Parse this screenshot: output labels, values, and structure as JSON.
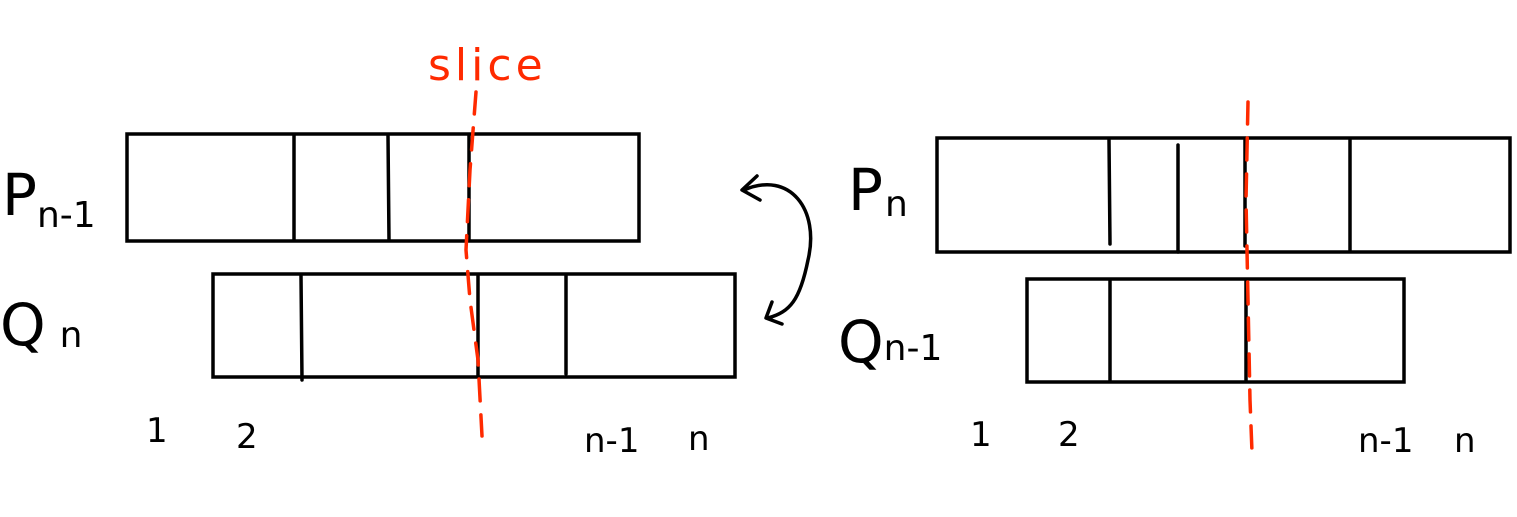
{
  "slice_label": "slice",
  "left": {
    "top_label": {
      "letter": "P",
      "sub": "n-1"
    },
    "bottom_label": {
      "letter": "Q",
      "sub": "n"
    },
    "positions": [
      "1",
      "2",
      "n-1",
      "n"
    ]
  },
  "right": {
    "top_label": {
      "letter": "P",
      "sub": "n"
    },
    "bottom_label": {
      "letter": "Q",
      "sub": "n-1"
    },
    "positions": [
      "1",
      "2",
      "n-1",
      "n"
    ]
  },
  "colors": {
    "ink": "#000000",
    "slice": "#ff2a00"
  },
  "swap_arrow_icon": "curved-double-arrow-icon"
}
